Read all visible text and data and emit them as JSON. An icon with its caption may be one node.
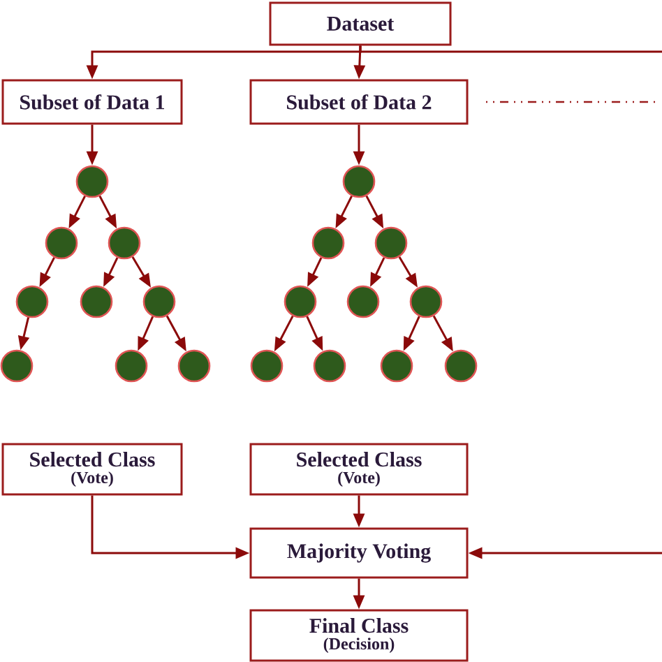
{
  "diagram": {
    "nodes": [
      {
        "text": [
          "Dataset"
        ]
      },
      {
        "text": [
          "Subset of Data 1"
        ]
      },
      {
        "text": [
          "Subset of Data 2"
        ]
      },
      {
        "text": [],
        "shape": "circle"
      },
      {
        "text": [],
        "shape": "circle"
      },
      {
        "text": [],
        "shape": "circle"
      },
      {
        "text": [],
        "shape": "circle"
      },
      {
        "text": [],
        "shape": "circle"
      },
      {
        "text": [],
        "shape": "circle"
      },
      {
        "text": [],
        "shape": "circle"
      },
      {
        "text": [],
        "shape": "circle"
      },
      {
        "text": [],
        "shape": "circle"
      },
      {
        "text": [],
        "shape": "circle"
      },
      {
        "text": [],
        "shape": "circle"
      },
      {
        "text": [],
        "shape": "circle"
      },
      {
        "text": [],
        "shape": "circle"
      },
      {
        "text": [],
        "shape": "circle"
      },
      {
        "text": [],
        "shape": "circle"
      },
      {
        "text": [],
        "shape": "circle"
      },
      {
        "text": [],
        "shape": "circle"
      },
      {
        "text": [],
        "shape": "circle"
      },
      {
        "text": [],
        "shape": "circle"
      },
      {
        "text": [
          "Selected Class",
          "(Vote)"
        ]
      },
      {
        "text": [
          "Selected Class",
          "(Vote)"
        ]
      },
      {
        "text": [
          "Majority Voting"
        ]
      },
      {
        "text": [
          "Final Class",
          "(Decision)"
        ]
      }
    ],
    "edges": [
      {
        "from": 0,
        "to": 1,
        "arrow": "to"
      },
      {
        "from": 0,
        "to": 2,
        "arrow": "to"
      },
      {
        "from": 0,
        "to": null,
        "arrow": "none"
      },
      {
        "from": 1,
        "to": 3,
        "arrow": "to"
      },
      {
        "from": 3,
        "to": 4,
        "arrow": "to"
      },
      {
        "from": 3,
        "to": 5,
        "arrow": "to"
      },
      {
        "from": 4,
        "to": 6,
        "arrow": "to"
      },
      {
        "from": 5,
        "to": 7,
        "arrow": "to"
      },
      {
        "from": 5,
        "to": 8,
        "arrow": "to"
      },
      {
        "from": 6,
        "to": 9,
        "arrow": "to"
      },
      {
        "from": 8,
        "to": 10,
        "arrow": "to"
      },
      {
        "from": 8,
        "to": 11,
        "arrow": "to"
      },
      {
        "from": 2,
        "to": 12,
        "arrow": "to"
      },
      {
        "from": 12,
        "to": 13,
        "arrow": "to"
      },
      {
        "from": 12,
        "to": 14,
        "arrow": "to"
      },
      {
        "from": 13,
        "to": 15,
        "arrow": "to"
      },
      {
        "from": 14,
        "to": 16,
        "arrow": "to"
      },
      {
        "from": 14,
        "to": 17,
        "arrow": "to"
      },
      {
        "from": 15,
        "to": 18,
        "arrow": "to"
      },
      {
        "from": 15,
        "to": 19,
        "arrow": "to"
      },
      {
        "from": 17,
        "to": 20,
        "arrow": "to"
      },
      {
        "from": 17,
        "to": 21,
        "arrow": "to"
      },
      {
        "from": 22,
        "to": 24,
        "arrow": "to"
      },
      {
        "from": 23,
        "to": 24,
        "arrow": "to"
      },
      {
        "from": null,
        "to": 24,
        "arrow": "to"
      },
      {
        "from": 24,
        "to": 25,
        "arrow": "to"
      }
    ]
  }
}
